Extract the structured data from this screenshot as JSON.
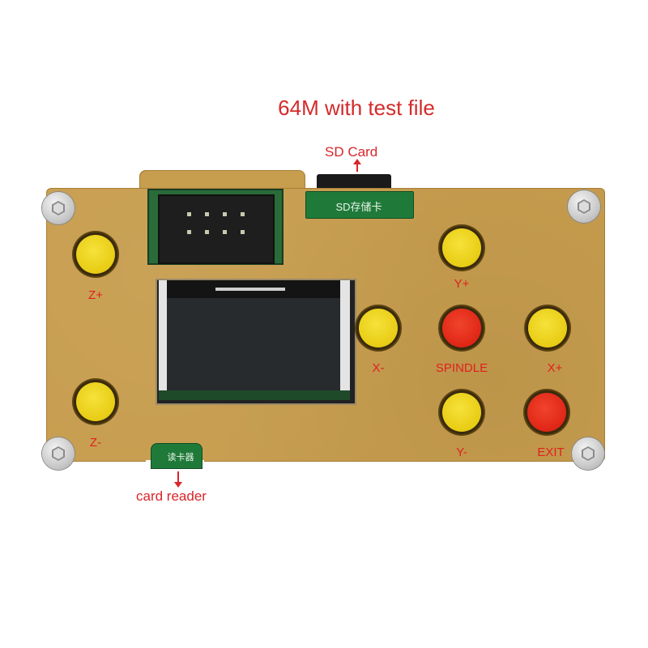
{
  "header": {
    "title": "64M with test file"
  },
  "callouts": {
    "sd_card": "SD Card",
    "card_reader": "card reader"
  },
  "pcb_labels": {
    "sd_slot": "SD存储卡",
    "card_reader": "读卡器"
  },
  "buttons": [
    {
      "id": "z-plus",
      "label": "Z+",
      "color": "yellow"
    },
    {
      "id": "z-minus",
      "label": "Z-",
      "color": "yellow"
    },
    {
      "id": "y-plus",
      "label": "Y+",
      "color": "yellow"
    },
    {
      "id": "x-minus",
      "label": "X-",
      "color": "yellow"
    },
    {
      "id": "spindle",
      "label": "SPINDLE",
      "color": "red"
    },
    {
      "id": "x-plus",
      "label": "X+",
      "color": "yellow"
    },
    {
      "id": "y-minus",
      "label": "Y-",
      "color": "yellow"
    },
    {
      "id": "exit",
      "label": "EXIT",
      "color": "red"
    }
  ],
  "colors": {
    "label_red": "#e0201e",
    "panel": "#c79d4e",
    "button_yellow": "#efd824",
    "button_red": "#e3301e",
    "pcb_green": "#1f7a3a"
  }
}
